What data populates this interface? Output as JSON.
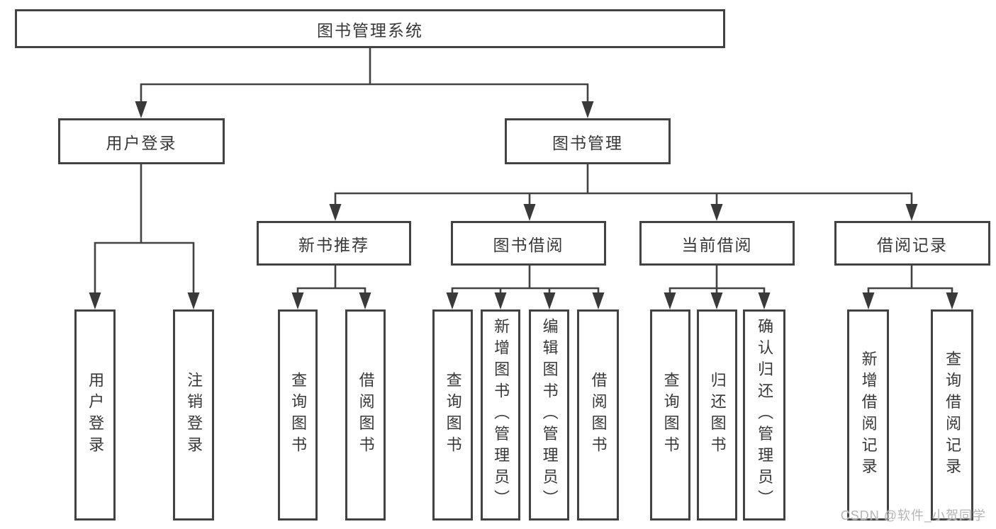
{
  "diagram": {
    "root": "图书管理系统",
    "user_login": {
      "label": "用户登录",
      "children": [
        "用户登录",
        "注销登录"
      ]
    },
    "book_mgmt": {
      "label": "图书管理",
      "sections": [
        {
          "label": "新书推荐",
          "children": [
            "查询图书",
            "借阅图书"
          ]
        },
        {
          "label": "图书借阅",
          "children": [
            "查询图书",
            "新增图书（管理员）",
            "编辑图书（管理员）",
            "借阅图书"
          ]
        },
        {
          "label": "当前借阅",
          "children": [
            "查询图书",
            "归还图书",
            "确认归还（管理员）"
          ]
        },
        {
          "label": "借阅记录",
          "children": [
            "新增借阅记录",
            "查询借阅记录"
          ]
        }
      ]
    },
    "colors": {
      "line": "#424242",
      "text": "#383838",
      "box_background": "#ffffff",
      "watermark": "#b5b5b5"
    }
  },
  "watermark": "CSDN @软件_小贺同学"
}
